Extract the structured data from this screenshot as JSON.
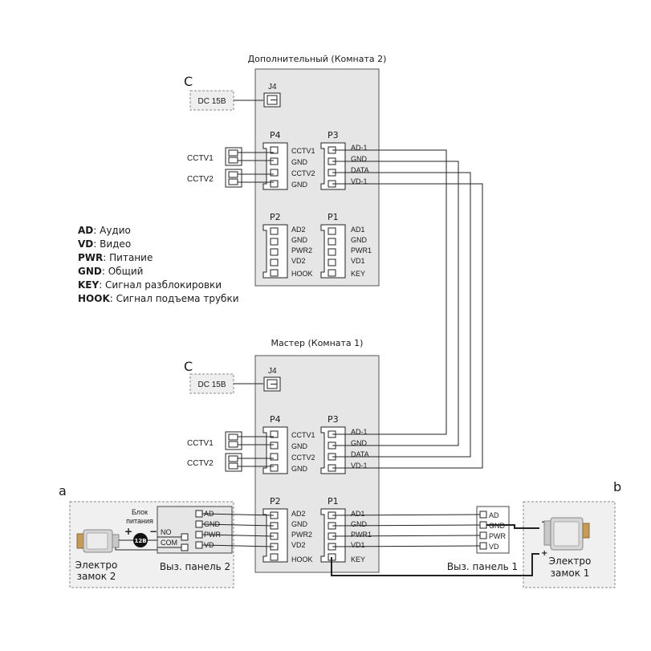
{
  "titles": {
    "monitor_top": "Дополнительный (Комната 2)",
    "monitor_bottom": "Мастер (Комната 1)"
  },
  "power": {
    "letter": "C",
    "label": "DC 15В",
    "jack": "J4"
  },
  "ports": {
    "p4": "P4",
    "p3": "P3",
    "p2": "P2",
    "p1": "P1"
  },
  "p4_pins": [
    "CCTV1",
    "GND",
    "CCTV2",
    "GND"
  ],
  "p3_pins": [
    "AD-1",
    "GND",
    "DATA",
    "VD-1"
  ],
  "p2_pins": [
    "AD2",
    "GND",
    "PWR2",
    "VD2",
    "HOOK"
  ],
  "p1_pins": [
    "AD1",
    "GND",
    "PWR1",
    "VD1",
    "KEY"
  ],
  "cctv": [
    "CCTV1",
    "CCTV2"
  ],
  "legend": [
    {
      "key": "AD",
      "text": ": Аудио"
    },
    {
      "key": "VD",
      "text": ": Видео"
    },
    {
      "key": "PWR",
      "text": ": Питание"
    },
    {
      "key": "GND",
      "text": ": Общий"
    },
    {
      "key": "KEY",
      "text": ": Сигнал разблокировки"
    },
    {
      "key": "HOOK",
      "text": ": Сигнал подъема трубки"
    }
  ],
  "section_a": {
    "letter": "a",
    "psu_label_1": "Блок",
    "psu_label_2": "питания",
    "psu_voltage": "12В",
    "plus": "+",
    "minus": "−",
    "no": "NO",
    "com": "COM",
    "panel_pins": [
      "AD",
      "GND",
      "PWR",
      "VD"
    ],
    "lock_1": "Электро",
    "lock_2": "замок 2",
    "panel_caption": "Выз. панель 2"
  },
  "section_b": {
    "letter": "b",
    "panel_pins": [
      "AD",
      "GND",
      "PWR",
      "VD"
    ],
    "panel_caption": "Выз. панель 1",
    "minus": "−",
    "plus": "+",
    "lock_1": "Электро",
    "lock_2": "замок 1"
  }
}
